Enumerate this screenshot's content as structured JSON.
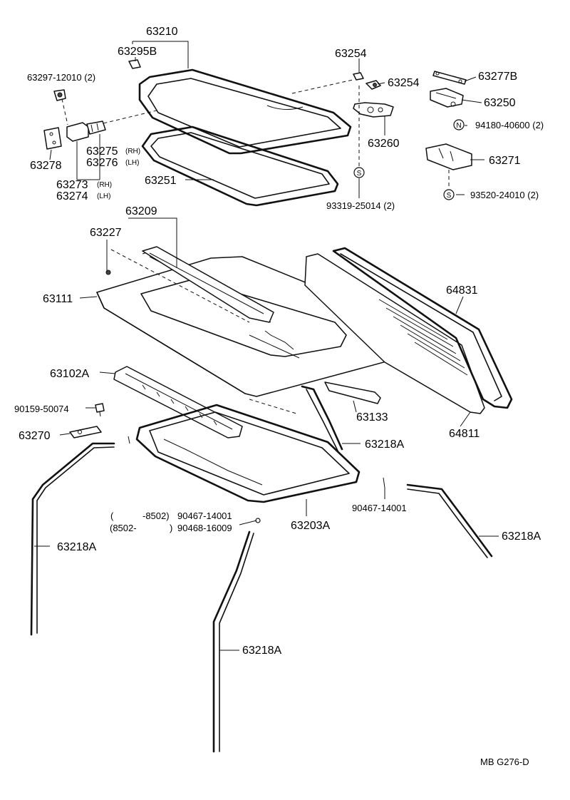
{
  "labels": {
    "p63210": "63210",
    "p63295B": "63295B",
    "p63297": "63297-12010 (2)",
    "p63254a": "63254",
    "p63254b": "63254",
    "p63277B": "63277B",
    "p63250": "63250",
    "p94180": "94180-40600 (2)",
    "p63260": "63260",
    "p63271": "63271",
    "p63275": "63275",
    "p63276": "63276",
    "p63278": "63278",
    "p63273": "63273",
    "p63274": "63274",
    "p63251": "63251",
    "p93319": "93319-25014 (2)",
    "p93520": "93520-24010 (2)",
    "p63209": "63209",
    "p63227": "63227",
    "p63111": "63111",
    "p64831": "64831",
    "p63102A": "63102A",
    "p90159": "90159-50074",
    "p63133": "63133",
    "p63270": "63270",
    "p63218A_mid": "63218A",
    "p64811": "64811",
    "p63218A_left": "63218A",
    "p63203A": "63203A",
    "p90467_right": "90467-14001",
    "p63218A_right": "63218A",
    "p63218A_bottom": "63218A",
    "rng1_open": "(",
    "rng1_end": "-8502)",
    "rng1_part": "90467-14001",
    "rng2_start": "(8502-",
    "rng2_close": ")",
    "rng2_part": "90468-16009",
    "code": "MB  G276-D"
  },
  "side_marks": {
    "rh": "(RH)",
    "lh": "(LH)"
  },
  "symbols": {
    "n": "N",
    "s": "S"
  }
}
